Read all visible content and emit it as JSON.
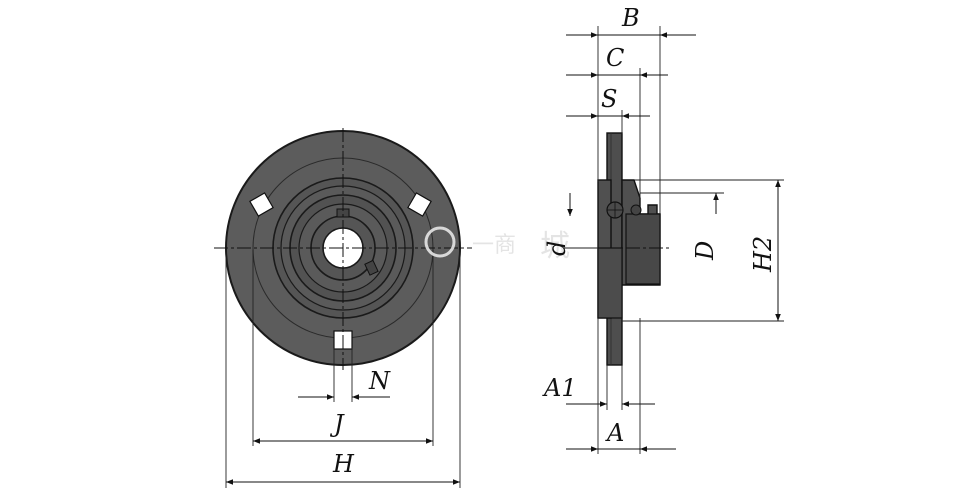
{
  "watermark": {
    "text": "一商",
    "glyph": "城"
  },
  "labels": {
    "B": "B",
    "C": "C",
    "S": "S",
    "d": "d",
    "D": "D",
    "H2": "H2",
    "A1": "A1",
    "A": "A",
    "N": "N",
    "J": "J",
    "H": "H"
  },
  "colors": {
    "body": "#5c5c5c",
    "body_dark": "#4a4a4a",
    "line": "#1a1a1a",
    "slot": "#ffffff"
  }
}
